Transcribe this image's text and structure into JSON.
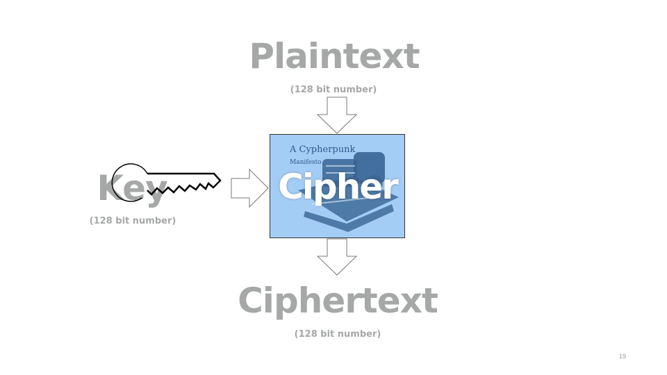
{
  "plaintext": {
    "title": "Plaintext",
    "subtitle": "(128 bit number)"
  },
  "key": {
    "title": "Key",
    "subtitle": "(128 bit number)"
  },
  "cipher": {
    "title": "Cipher",
    "image_caption_line1": "A Cypherpunk",
    "image_caption_line2": "Manifesto"
  },
  "ciphertext": {
    "title": "Ciphertext",
    "subtitle": "(128 bit number)"
  },
  "page_number": "19",
  "colors": {
    "label_gray": "#a5a8a6",
    "cipher_box": "#a4cdf6",
    "image_blue": "#2d5a8a"
  }
}
